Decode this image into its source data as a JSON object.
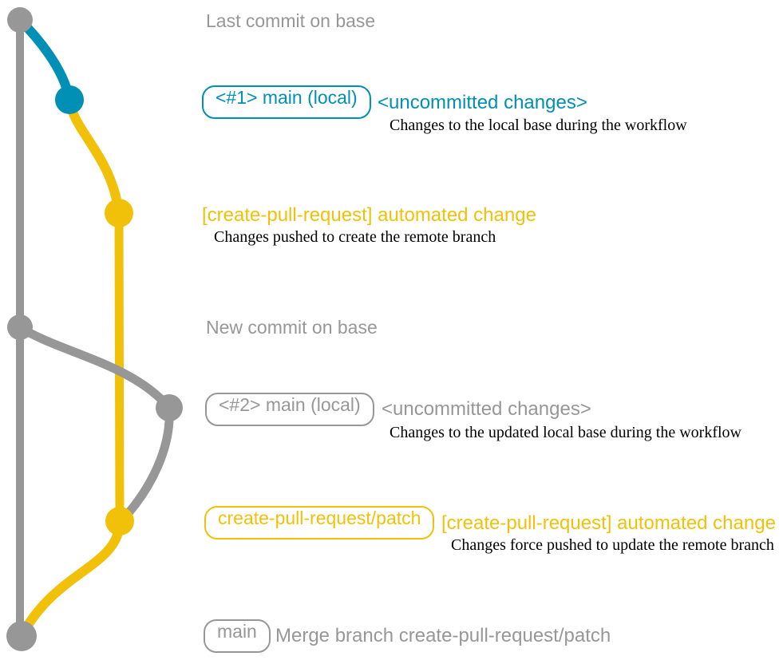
{
  "colors": {
    "gray": "#979797",
    "blue": "#008fb5",
    "yellow": "#f1c109",
    "description_text": "#000000",
    "background": "#ffffff"
  },
  "annotations": {
    "header_last_commit": "Last commit on base",
    "header_new_commit": "New commit on base",
    "block1": {
      "branch_label": "<#1> main (local)",
      "title": "<uncommitted changes>",
      "description": "Changes to the local base during the workflow"
    },
    "block2": {
      "title": "[create-pull-request] automated change",
      "description": "Changes pushed to create the remote branch"
    },
    "block3": {
      "branch_label": "<#2> main (local)",
      "title": "<uncommitted changes>",
      "description": "Changes to the updated local base during the workflow"
    },
    "block4": {
      "branch_label": "create-pull-request/patch",
      "title": "[create-pull-request] automated change",
      "description": "Changes force pushed to update the remote branch"
    },
    "block5": {
      "branch_label": "main",
      "title": "Merge branch create-pull-request/patch"
    }
  }
}
